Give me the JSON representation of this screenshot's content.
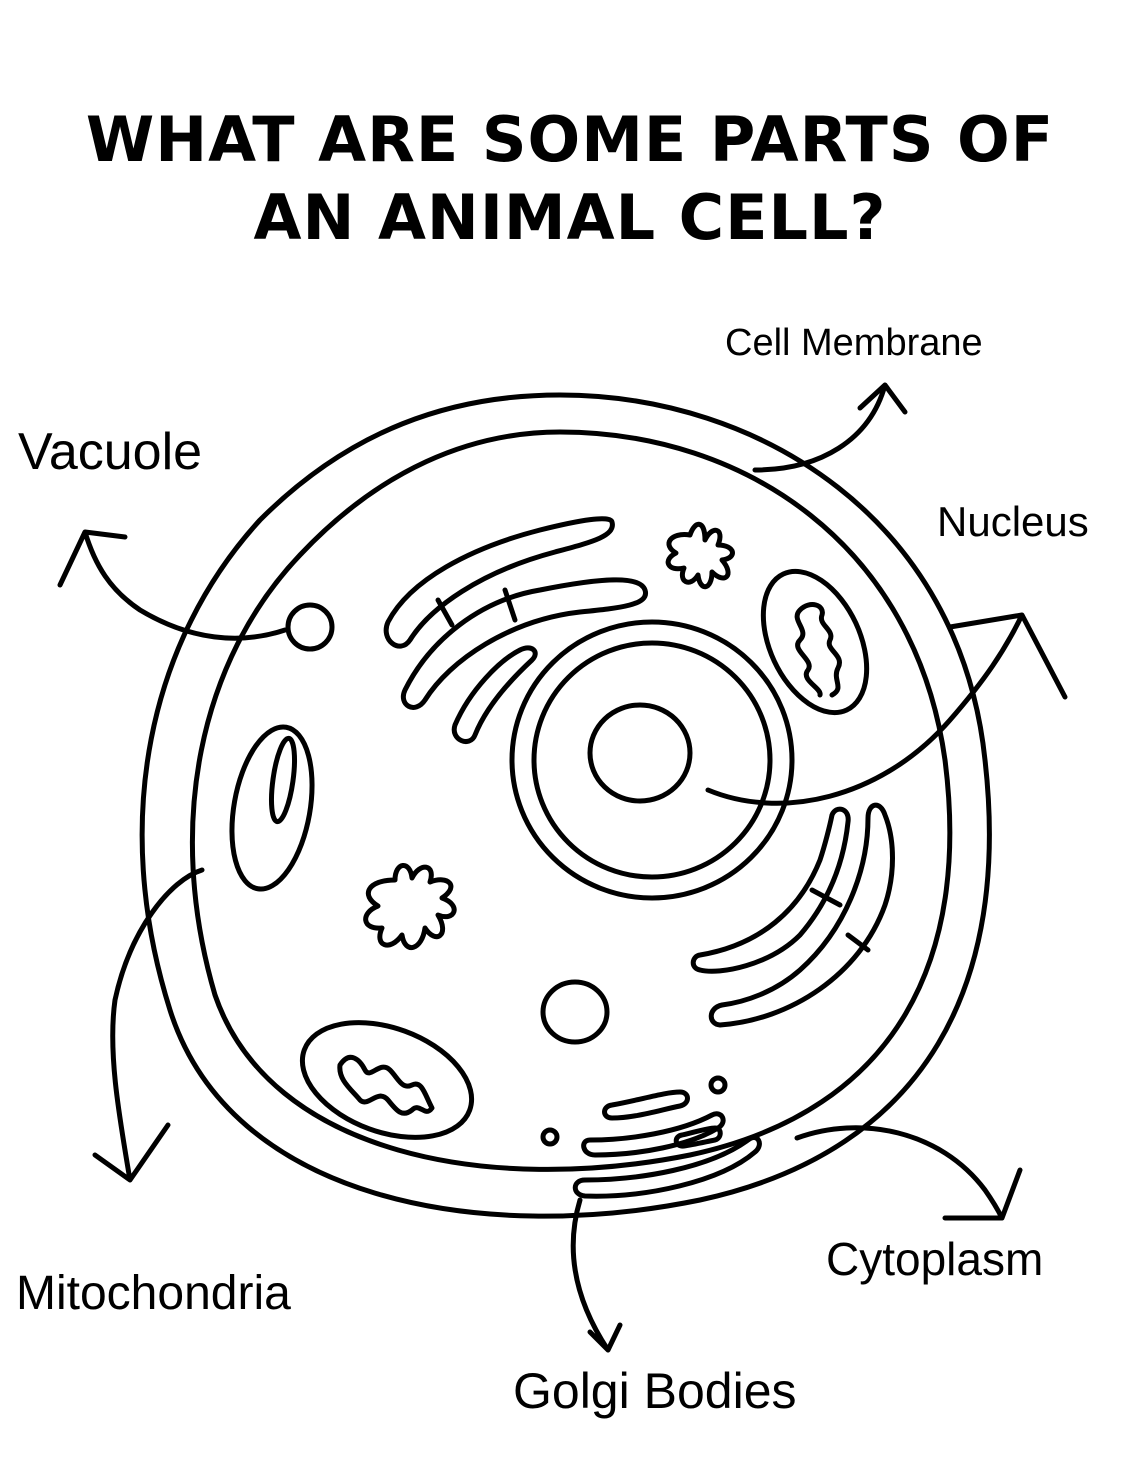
{
  "title": {
    "line1": "WHAT ARE SOME PARTS OF",
    "line2": "AN ANIMAL CELL?"
  },
  "labels": {
    "cell_membrane": "Cell Membrane",
    "vacuole": "Vacuole",
    "nucleus": "Nucleus",
    "mitochondria": "Mitochondria",
    "cytoplasm": "Cytoplasm",
    "golgi_bodies": "Golgi Bodies"
  }
}
